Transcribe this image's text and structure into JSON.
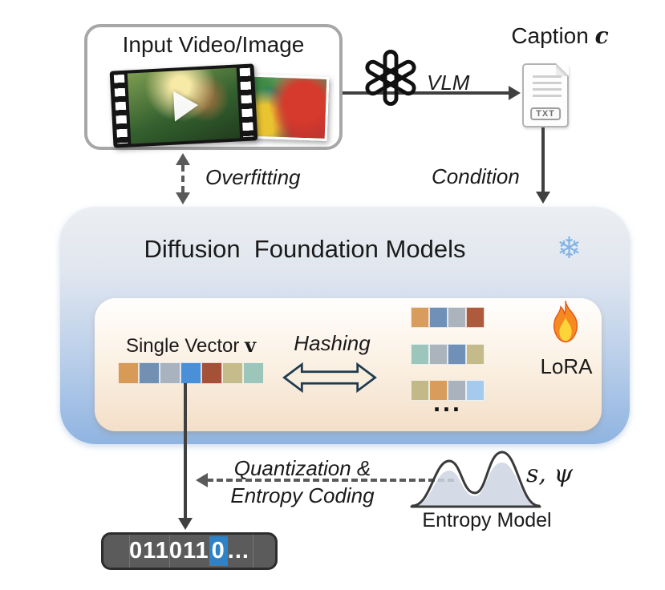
{
  "input": {
    "title": "Input Video/Image"
  },
  "vlm": {
    "label": "VLM"
  },
  "caption": {
    "title": "Caption",
    "symbol": "c",
    "badge": "TXT"
  },
  "labels": {
    "overfitting": "Overfitting",
    "condition": "Condition",
    "hashing": "Hashing",
    "quantization_line1": "Quantization &",
    "quantization_line2": "Entropy Coding"
  },
  "foundation": {
    "title": "Diffusion  Foundation Models",
    "snowflake": "❄"
  },
  "vector": {
    "label": "Single Vector",
    "symbol": "v",
    "colors": [
      "#d89a57",
      "#7190b2",
      "#a9b2bf",
      "#4a90d8",
      "#a55137",
      "#c6bb8b",
      "#9dc6ba"
    ]
  },
  "hash": {
    "rows": [
      [
        "#d89d5c",
        "#7090b8",
        "#abb3bd",
        "#ad5a3d"
      ],
      [
        "#9cc5bb",
        "#abb3bd",
        "#7090b8",
        "#c5ba8a"
      ],
      [
        "#c2b888",
        "#d89d5c",
        "#aab3bd",
        "#a5cbec"
      ]
    ],
    "ellipsis": "...",
    "lora": "LoRA"
  },
  "entropy": {
    "label": "Entropy Model",
    "params": "s, ψ"
  },
  "bitstream": {
    "prefix": "011011",
    "highlight": "0",
    "suffix": "...",
    "highlight_color": "#2e82c8"
  },
  "colors": {
    "arrow": "#404040",
    "dashed_arrow": "#5a5a5a",
    "snowflake": "#85b4e4",
    "outer_box_top": "#eceef1",
    "outer_box_bottom": "#8fb4e1",
    "inner_box_top": "#fffefd",
    "inner_box_bottom": "#f3dfc8"
  }
}
